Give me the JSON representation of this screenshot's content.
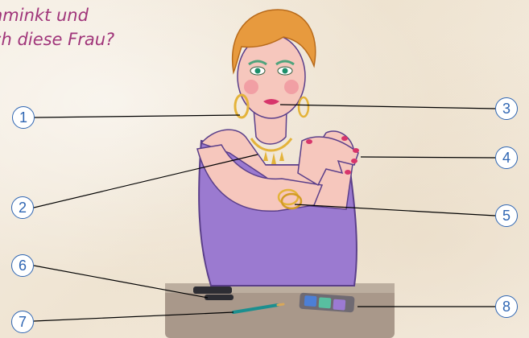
{
  "heading": {
    "line1": "hminkt und",
    "line2": "ch diese Frau?"
  },
  "labels": [
    "1",
    "2",
    "3",
    "4",
    "5",
    "6",
    "7",
    "8"
  ],
  "colors": {
    "heading": "#a0357a",
    "badge_border": "#2f66b3",
    "dress": "#9b7ad0",
    "skin": "#f6c7bd",
    "hair": "#e79a3e"
  },
  "icons": [
    "woman-illustration",
    "makeup-kit-icon",
    "pencil-icon",
    "lipstick-icon"
  ]
}
